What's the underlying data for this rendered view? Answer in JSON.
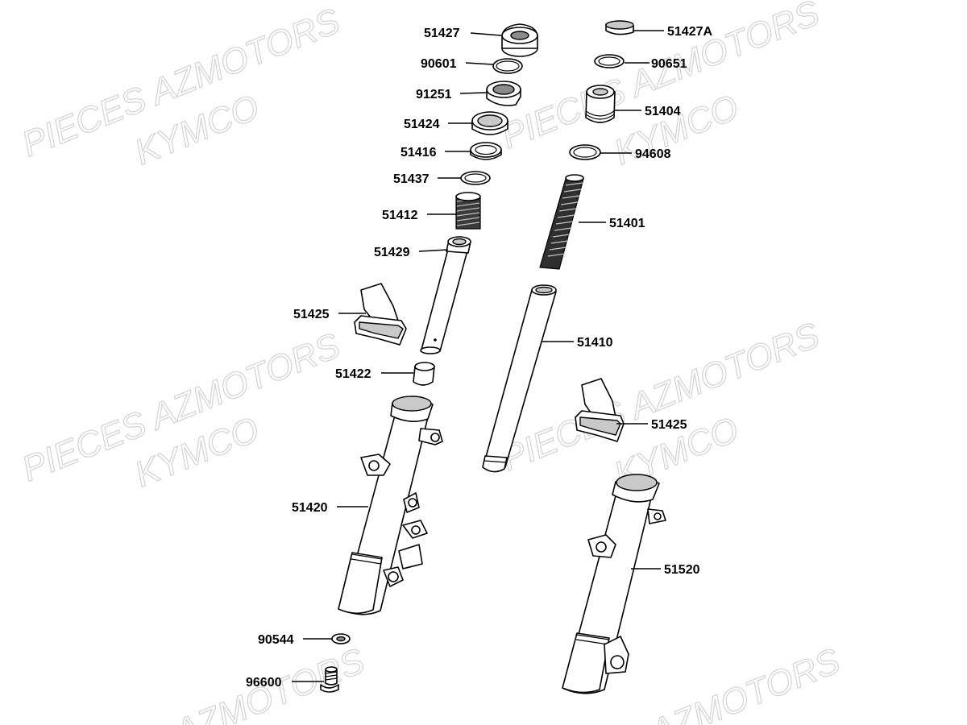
{
  "watermarks": [
    {
      "text": "PIECES AZMOTORS"
    },
    {
      "text": "KYMCO"
    },
    {
      "text": "PIECES AZMOTORS"
    },
    {
      "text": "KYMCO"
    },
    {
      "text": "PIECES AZMOTORS"
    },
    {
      "text": "KYMCO"
    },
    {
      "text": "PIECES AZMOTORS"
    },
    {
      "text": "KYMCO"
    },
    {
      "text": "AZMOTORS"
    },
    {
      "text": "AZMOTORS"
    }
  ],
  "labels": {
    "p51427": "51427",
    "p51427A": "51427A",
    "p90601": "90601",
    "p90651": "90651",
    "p91251": "91251",
    "p51404": "51404",
    "p51424": "51424",
    "p51416": "51416",
    "p94608": "94608",
    "p51437": "51437",
    "p51412": "51412",
    "p51401": "51401",
    "p51429": "51429",
    "p51425_left": "51425",
    "p51410": "51410",
    "p51422": "51422",
    "p51425_right": "51425",
    "p51420": "51420",
    "p51520": "51520",
    "p90544": "90544",
    "p96600": "96600"
  }
}
